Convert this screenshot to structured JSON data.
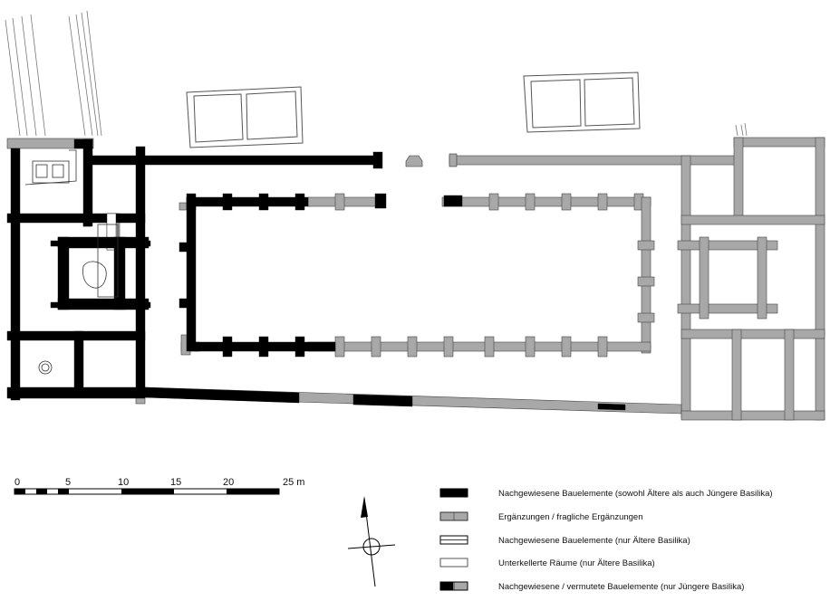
{
  "scale_bar": {
    "ticks": [
      "0",
      "5",
      "10",
      "15",
      "20"
    ],
    "end_label": "25 m"
  },
  "legend": {
    "items": [
      {
        "id": "proven-both",
        "label": "Nachgewiesene Bauelemente (sowohl Ältere als auch Jüngere Basilika)",
        "swatch": "solid-black"
      },
      {
        "id": "additions",
        "label": "Ergänzungen / fragliche Ergänzungen",
        "swatch": "solid-gray"
      },
      {
        "id": "proven-older",
        "label": "Nachgewiesene Bauelemente (nur Ältere Basilika)",
        "swatch": "double-line"
      },
      {
        "id": "basement",
        "label": "Unterkellerte Räume (nur Ältere Basilika)",
        "swatch": "outline"
      },
      {
        "id": "proven-younger",
        "label": "Nachgewiesene / vermutete Bauelemente (nur Jüngere Basilika)",
        "swatch": "black-gray"
      }
    ]
  },
  "colors": {
    "proven": "#000000",
    "additions": "#a8a8a8",
    "outline": "#555555"
  }
}
